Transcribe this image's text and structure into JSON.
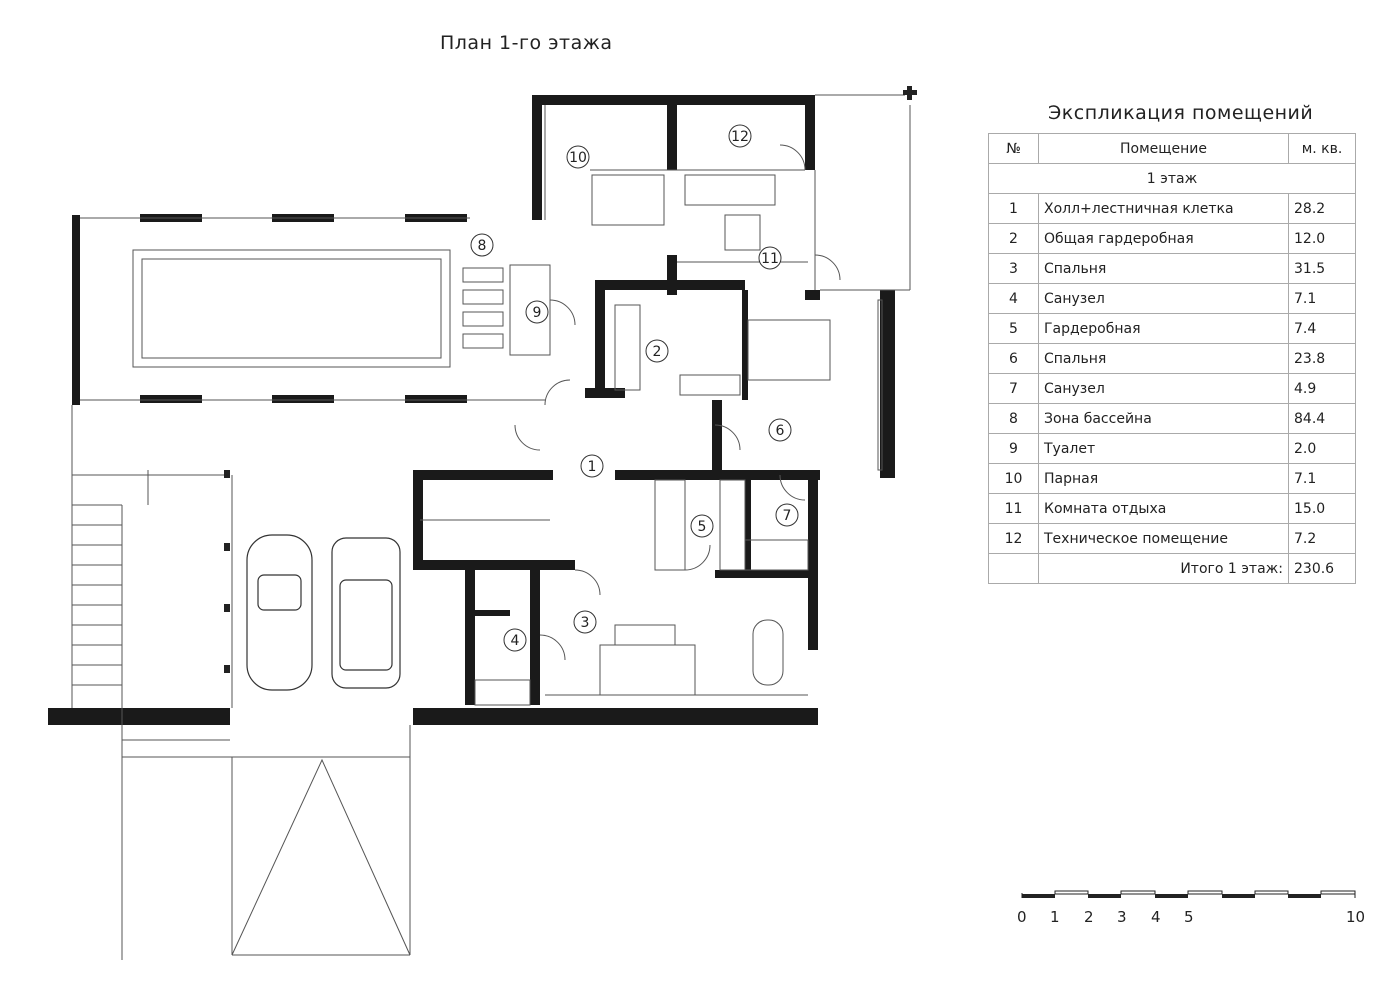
{
  "plan_title": "План 1-го этажа",
  "table": {
    "title": "Экспликация помещений",
    "headers": {
      "num": "№",
      "room": "Помещение",
      "area": "м. кв."
    },
    "floor_label": "1 этаж",
    "rows": [
      {
        "num": "1",
        "room": "Холл+лестничная клетка",
        "area": "28.2"
      },
      {
        "num": "2",
        "room": "Общая гардеробная",
        "area": "12.0"
      },
      {
        "num": "3",
        "room": "Спальня",
        "area": "31.5"
      },
      {
        "num": "4",
        "room": "Санузел",
        "area": "7.1"
      },
      {
        "num": "5",
        "room": "Гардеробная",
        "area": "7.4"
      },
      {
        "num": "6",
        "room": "Спальня",
        "area": "23.8"
      },
      {
        "num": "7",
        "room": "Санузел",
        "area": "4.9"
      },
      {
        "num": "8",
        "room": "Зона бассейна",
        "area": "84.4"
      },
      {
        "num": "9",
        "room": "Туалет",
        "area": "2.0"
      },
      {
        "num": "10",
        "room": "Парная",
        "area": "7.1"
      },
      {
        "num": "11",
        "room": "Комната отдыха",
        "area": "15.0"
      },
      {
        "num": "12",
        "room": "Техническое помещение",
        "area": "7.2"
      }
    ],
    "total_label": "Итого 1 этаж:",
    "total_value": "230.6"
  },
  "scale_bar": {
    "ticks": [
      "0",
      "1",
      "2",
      "3",
      "4",
      "5",
      "10"
    ]
  },
  "room_markers": [
    "1",
    "2",
    "3",
    "4",
    "5",
    "6",
    "7",
    "8",
    "9",
    "10",
    "11",
    "12"
  ]
}
